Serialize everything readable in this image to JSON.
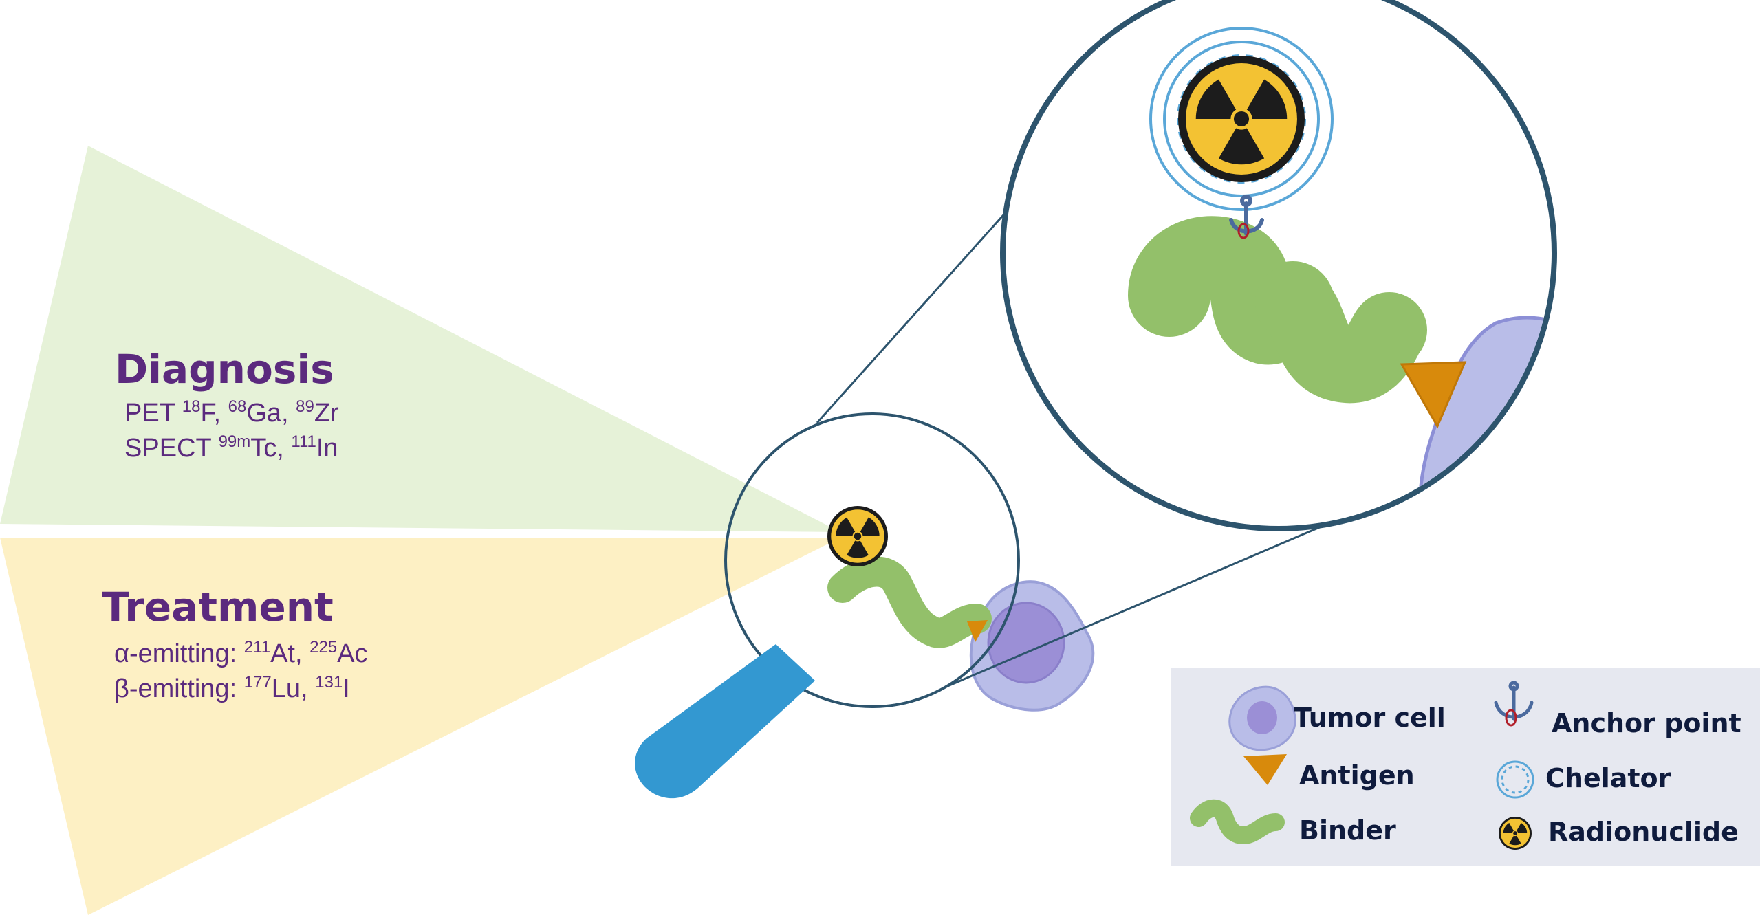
{
  "diagnosis": {
    "title": "Diagnosis",
    "line1": {
      "prefix": "PET ",
      "parts": [
        {
          "sup": "18",
          "text": "F, "
        },
        {
          "sup": "68",
          "text": "Ga, "
        },
        {
          "sup": "89",
          "text": "Zr"
        }
      ]
    },
    "line2": {
      "prefix": "SPECT ",
      "parts": [
        {
          "sup": "99m",
          "text": "Tc, "
        },
        {
          "sup": "111",
          "text": "In"
        }
      ]
    }
  },
  "treatment": {
    "title": "Treatment",
    "line1": {
      "prefix": "α-emitting: ",
      "parts": [
        {
          "sup": "211",
          "text": "At, "
        },
        {
          "sup": "225",
          "text": "Ac"
        }
      ]
    },
    "line2": {
      "prefix": "β-emitting: ",
      "parts": [
        {
          "sup": "177",
          "text": "Lu, "
        },
        {
          "sup": "131",
          "text": "I"
        }
      ]
    }
  },
  "legend": {
    "tumor_cell": "Tumor cell",
    "antigen": "Antigen",
    "binder": "Binder",
    "anchor_point": "Anchor point",
    "chelator": "Chelator",
    "radionuclide": "Radionuclide"
  },
  "colors": {
    "diagnosis_fan": "#e6f2d8",
    "treatment_fan": "#fdf0c4",
    "heading_purple": "#5b2a7e",
    "magnifier_ring": "#2d546d",
    "handle_blue": "#3398d1",
    "binder_green": "#93c06a",
    "antigen_orange": "#d88a0c",
    "tumor_purple": "#b9bde8",
    "radiation_yellow": "#f3c233",
    "chelator_blue": "#5aa7d8",
    "legend_bg": "#e6e8f0"
  }
}
